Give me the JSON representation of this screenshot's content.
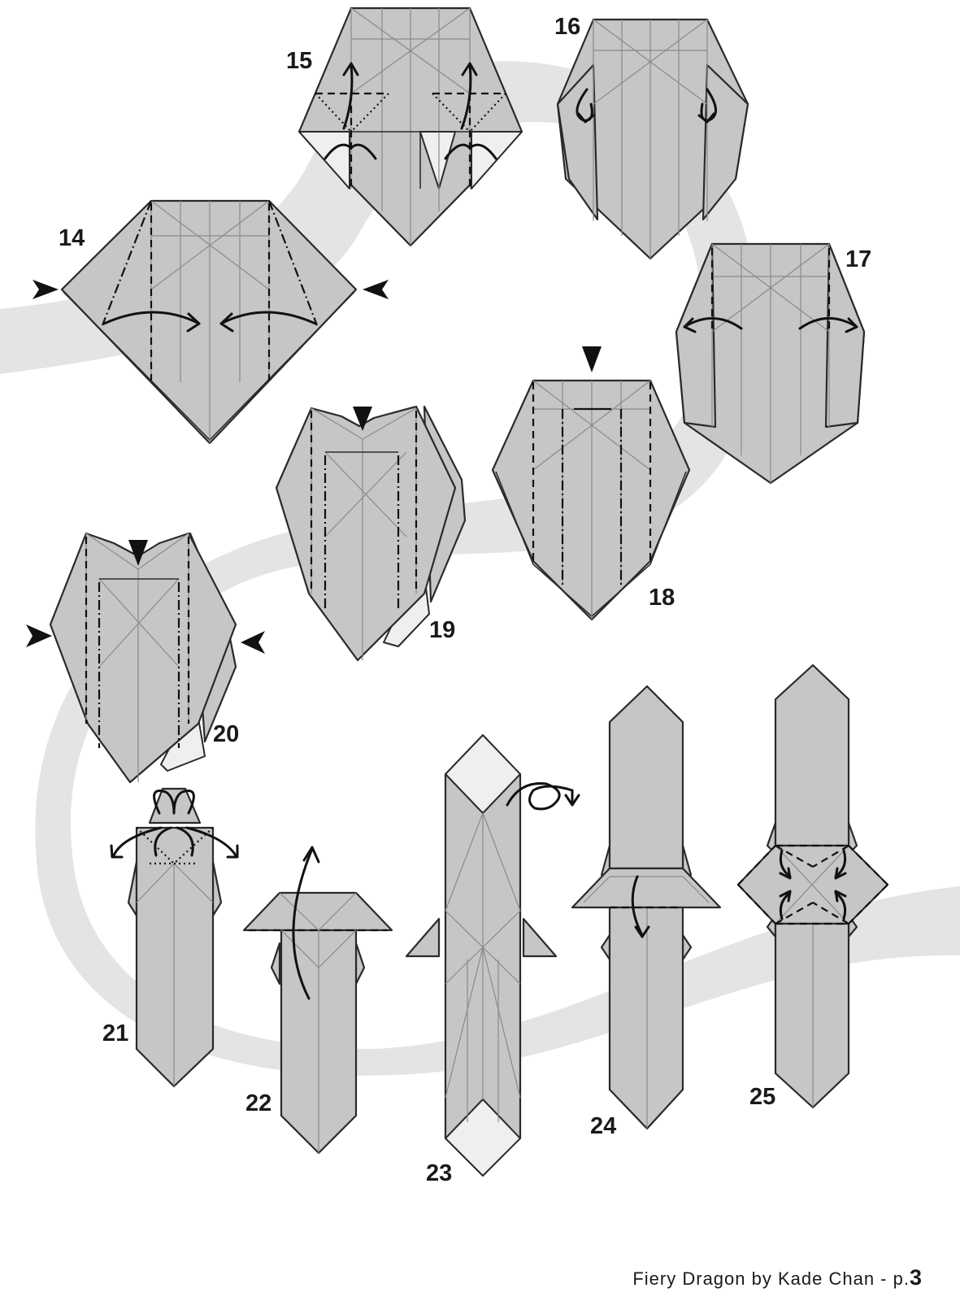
{
  "steps": [
    "14",
    "15",
    "16",
    "17",
    "18",
    "19",
    "20",
    "21",
    "22",
    "23",
    "24",
    "25"
  ],
  "footer": {
    "credit": "Fiery Dragon by Kade Chan - p.",
    "page_number": "3"
  }
}
